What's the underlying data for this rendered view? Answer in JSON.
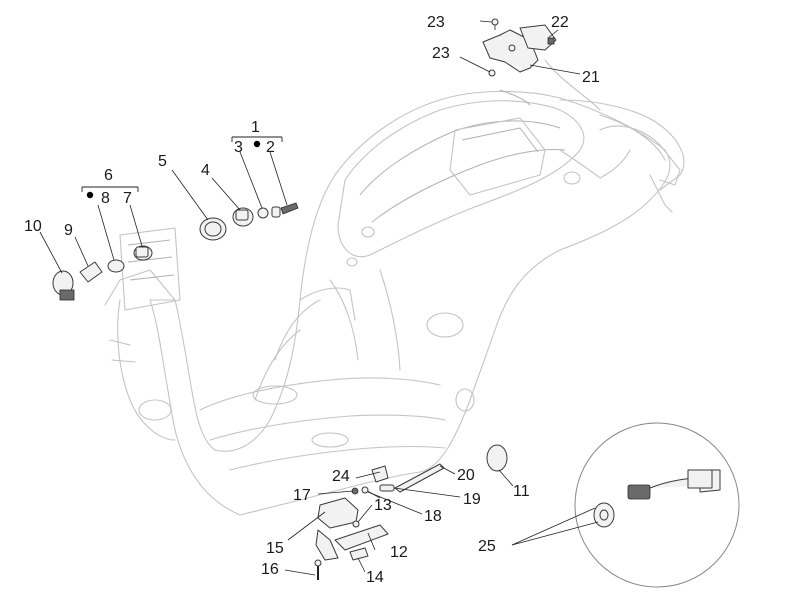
{
  "callouts": {
    "c1": "1",
    "c2": "2",
    "c3": "3",
    "c4": "4",
    "c5": "5",
    "c6": "6",
    "c7": "7",
    "c8": "8",
    "c9": "9",
    "c10": "10",
    "c11": "11",
    "c12": "12",
    "c13": "13",
    "c14": "14",
    "c15": "15",
    "c16": "16",
    "c17": "17",
    "c18": "18",
    "c19": "19",
    "c20": "20",
    "c21": "21",
    "c22": "22",
    "c23a": "23",
    "c23b": "23",
    "c24": "24",
    "c25": "25"
  },
  "colors": {
    "frame": "#c4c4c4",
    "ink": "#1a1a1a",
    "part": "#3a3a3a"
  }
}
